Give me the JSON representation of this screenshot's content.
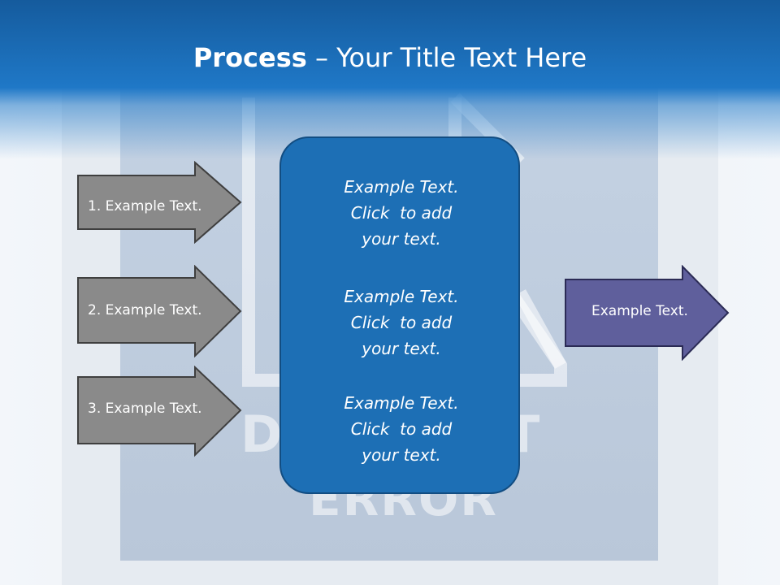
{
  "slide": {
    "title_bold": "Process",
    "title_rest": " – Your Title Text Here",
    "background_text": [
      "D",
      "T",
      "ERROR"
    ],
    "colors": {
      "header": "#1f78c7",
      "gray_arrow": "#8a8a8a",
      "purple_arrow": "#5f5f9c",
      "center_box": "#1d6fb5"
    }
  },
  "input_arrows": [
    {
      "label": "1. Example Text."
    },
    {
      "label": "2. Example Text."
    },
    {
      "label": "3. Example Text."
    }
  ],
  "center_blocks": [
    {
      "lines": [
        "Example Text.",
        "Click  to add",
        "your text."
      ]
    },
    {
      "lines": [
        "Example Text.",
        "Click  to add",
        "your text."
      ]
    },
    {
      "lines": [
        "Example Text.",
        "Click  to add",
        "your text."
      ]
    }
  ],
  "output_arrow": {
    "label": "Example Text."
  }
}
